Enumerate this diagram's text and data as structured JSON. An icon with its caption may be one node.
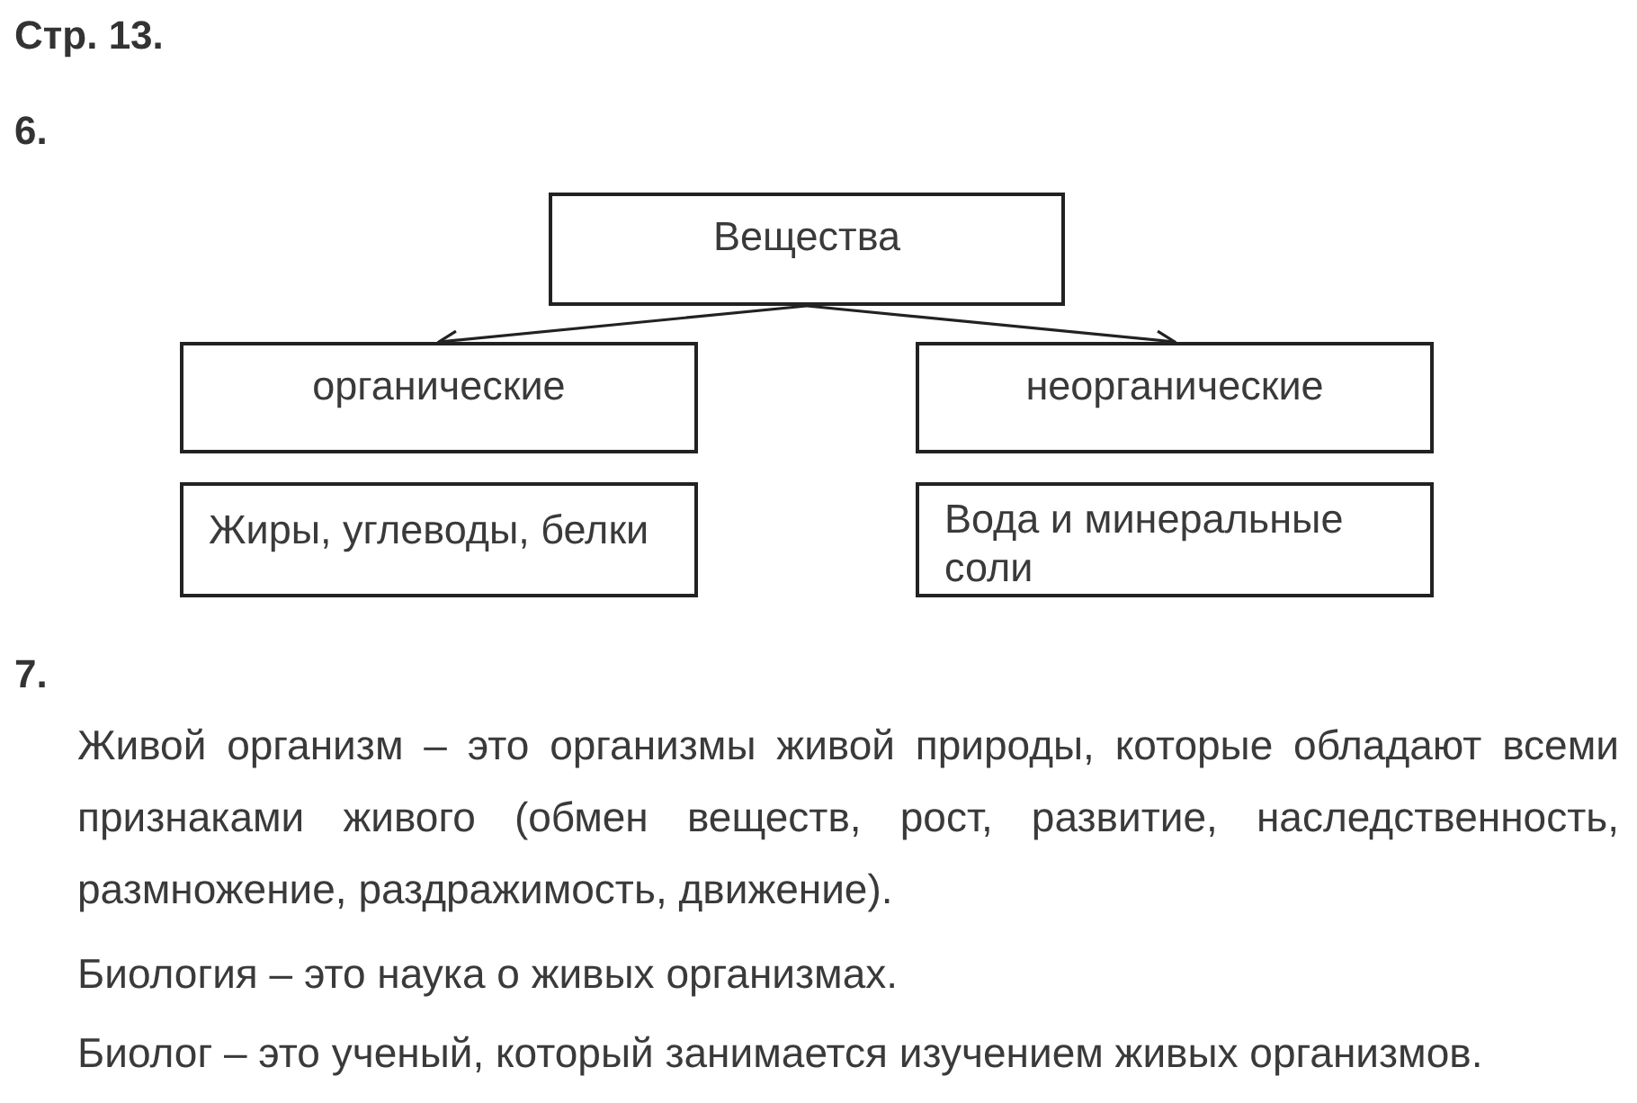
{
  "diagram": {
    "title": "Стр. 13.",
    "nodes": [
      {
        "text": [
          "Вещества"
        ]
      },
      {
        "text": [
          "органические"
        ]
      },
      {
        "text": [
          "неорганические"
        ]
      },
      {
        "text": [
          "Жиры, углеводы, белки"
        ]
      },
      {
        "text": [
          "Вода и минеральные соли"
        ]
      }
    ],
    "edges": [
      {
        "from": 0,
        "to": 1,
        "arrow": "to"
      },
      {
        "from": 0,
        "to": 2,
        "arrow": "to"
      }
    ],
    "labels": [
      "6.",
      "7.",
      "Живой организм – это организмы живой природы, которые обладают всеми признаками живого (обмен веществ, рост, развитие, наследственность, размножение, раздражимость, движение).",
      "Биология – это наука о живых организмах.",
      "Биолог – это ученый, который занимается изучением живых организмов."
    ]
  }
}
